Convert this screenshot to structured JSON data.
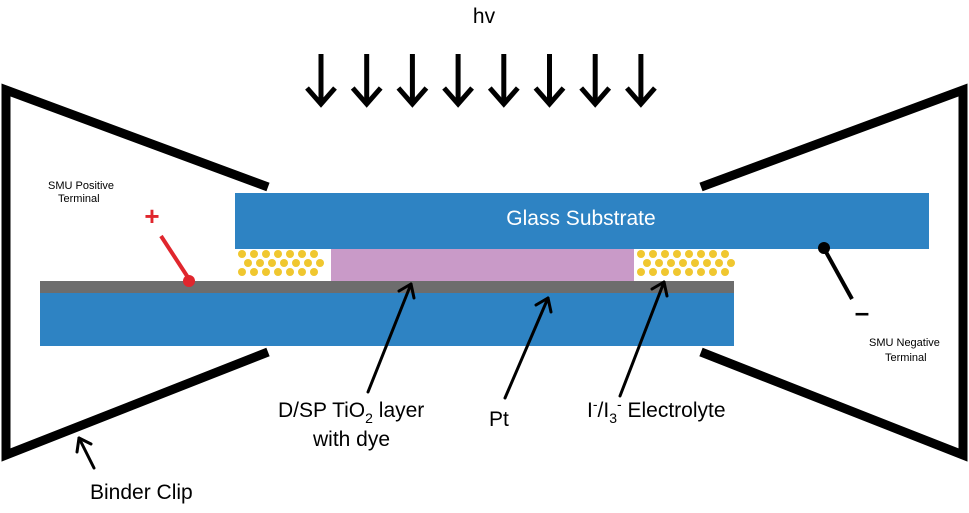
{
  "light_label": "hv",
  "arrow_count": 8,
  "glass_substrate_label": "Glass Substrate",
  "smu_positive": {
    "line1": "SMU Positive",
    "line2": "Terminal",
    "symbol": "+"
  },
  "smu_negative": {
    "line1": "SMU Negative",
    "line2": "Terminal",
    "symbol": "–"
  },
  "labels": {
    "tio2_line1": "D/SP TiO",
    "tio2_subscript": "2",
    "tio2_suffix": " layer",
    "tio2_line2": "with dye",
    "pt": "Pt",
    "electrolyte_i": "I",
    "electrolyte_sup": "-",
    "electrolyte_slash_i": "/I",
    "electrolyte_sub": "3",
    "electrolyte_sup2": "-",
    "electrolyte_suffix": " Electrolyte",
    "binder_clip": "Binder Clip"
  },
  "colors": {
    "glass": "#2e83c3",
    "conductive_layer": "#6d6d6d",
    "dye_layer": "#c99ac8",
    "electrolyte_dot": "#f0c72f",
    "positive": "#e0262d",
    "black": "#000000"
  }
}
